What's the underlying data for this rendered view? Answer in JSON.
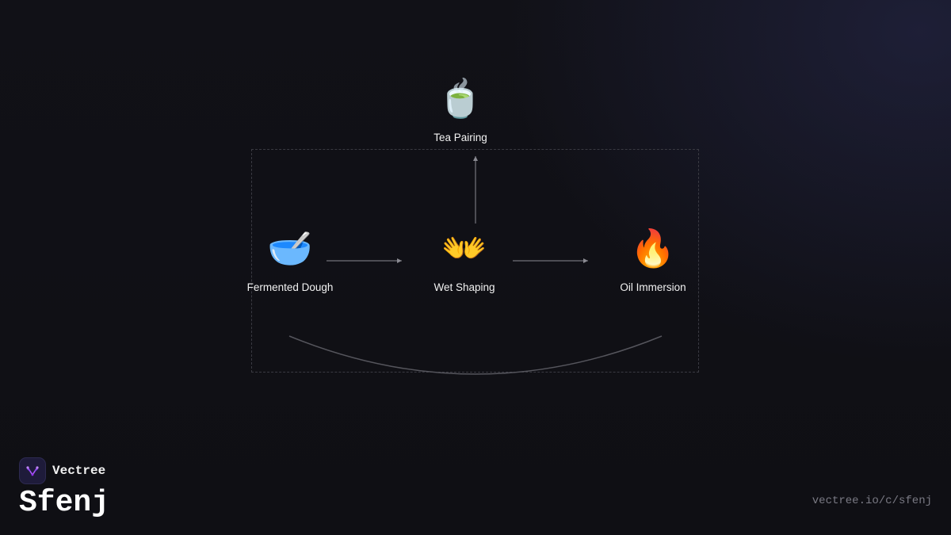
{
  "diagram": {
    "nodes": [
      {
        "id": "tea",
        "label": "Tea Pairing",
        "icon": "🍵",
        "icon_name": "teacup-icon"
      },
      {
        "id": "dough",
        "label": "Fermented Dough",
        "icon": "🥣",
        "icon_name": "bowl-with-spoon-icon"
      },
      {
        "id": "shaping",
        "label": "Wet Shaping",
        "icon": "👐",
        "icon_name": "open-hands-icon"
      },
      {
        "id": "oil",
        "label": "Oil Immersion",
        "icon": "🔥",
        "icon_name": "fire-icon"
      }
    ],
    "edges": [
      {
        "from": "dough",
        "to": "shaping"
      },
      {
        "from": "shaping",
        "to": "oil"
      },
      {
        "from": "shaping",
        "to": "tea"
      },
      {
        "from": "dough",
        "to": "oil",
        "style": "curved-return"
      }
    ]
  },
  "branding": {
    "brand_name": "Vectree",
    "title": "Sfenj",
    "url": "vectree.io/c/sfenj",
    "accent_color": "#a855f7"
  }
}
